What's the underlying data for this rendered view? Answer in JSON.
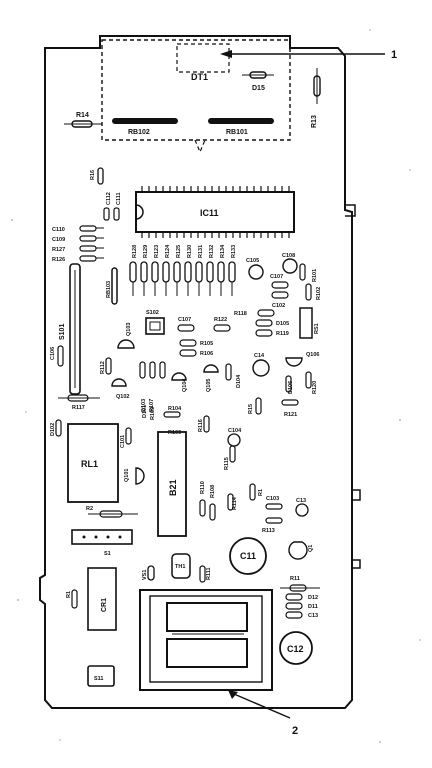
{
  "callouts": {
    "c1": "1",
    "c2": "2"
  },
  "labels": {
    "dt1": "DT1",
    "d15": "D15",
    "r14": "R14",
    "r13": "R13",
    "rb102": "RB102",
    "rb101": "RB101",
    "r16": "R16",
    "c112": "C112",
    "c111": "C111",
    "ic11": "IC11",
    "c110": "C110",
    "c109": "C109",
    "r127": "R127",
    "r126": "R126",
    "r128": "R128",
    "r129": "R129",
    "r123": "R123",
    "r124": "R124",
    "r125": "R125",
    "r130": "R130",
    "r131": "R131",
    "r132": "R132",
    "r134": "R134",
    "r133": "R133",
    "rb103": "RB103",
    "c105": "C105",
    "c108": "C108",
    "c107a": "C107",
    "r101": "R101",
    "r102": "R102",
    "c102": "C102",
    "rs1": "RS1",
    "s101": "S101",
    "c106": "C106",
    "s102": "S102",
    "q103": "Q103",
    "c107b": "C107",
    "r122": "R122",
    "r118": "R118",
    "d105": "D105",
    "r119": "R119",
    "r105": "R105",
    "r106": "R106",
    "c14": "C14",
    "q106": "Q106",
    "r112": "R112",
    "d103": "D103",
    "r107": "R107",
    "q104": "Q104",
    "q105": "Q105",
    "d104": "D104",
    "d106": "D106",
    "r120": "R120",
    "q102": "Q102",
    "r117": "R117",
    "d102": "D102",
    "d101": "D101",
    "r109": "R109",
    "r104": "R104",
    "r103": "R103",
    "r116": "R116",
    "r15": "R15",
    "r121": "R121",
    "c104": "C104",
    "rl1": "RL1",
    "c101": "C101",
    "q101": "Q101",
    "b21": "B21",
    "r115": "R115",
    "r110": "R110",
    "r108": "R108",
    "r114": "R114",
    "r1a": "R1",
    "c103": "C103",
    "c13": "C13",
    "r113": "R113",
    "r2": "R2",
    "q1": "Q1",
    "s1": "S1",
    "c11": "C11",
    "vs1": "VS1",
    "th1": "TH1",
    "r111": "R111",
    "r11": "R11",
    "d12": "D12",
    "d11": "D11",
    "c13b": "C13",
    "r1": "R1",
    "cr1": "CR1",
    "c12": "C12",
    "s11": "S11"
  }
}
